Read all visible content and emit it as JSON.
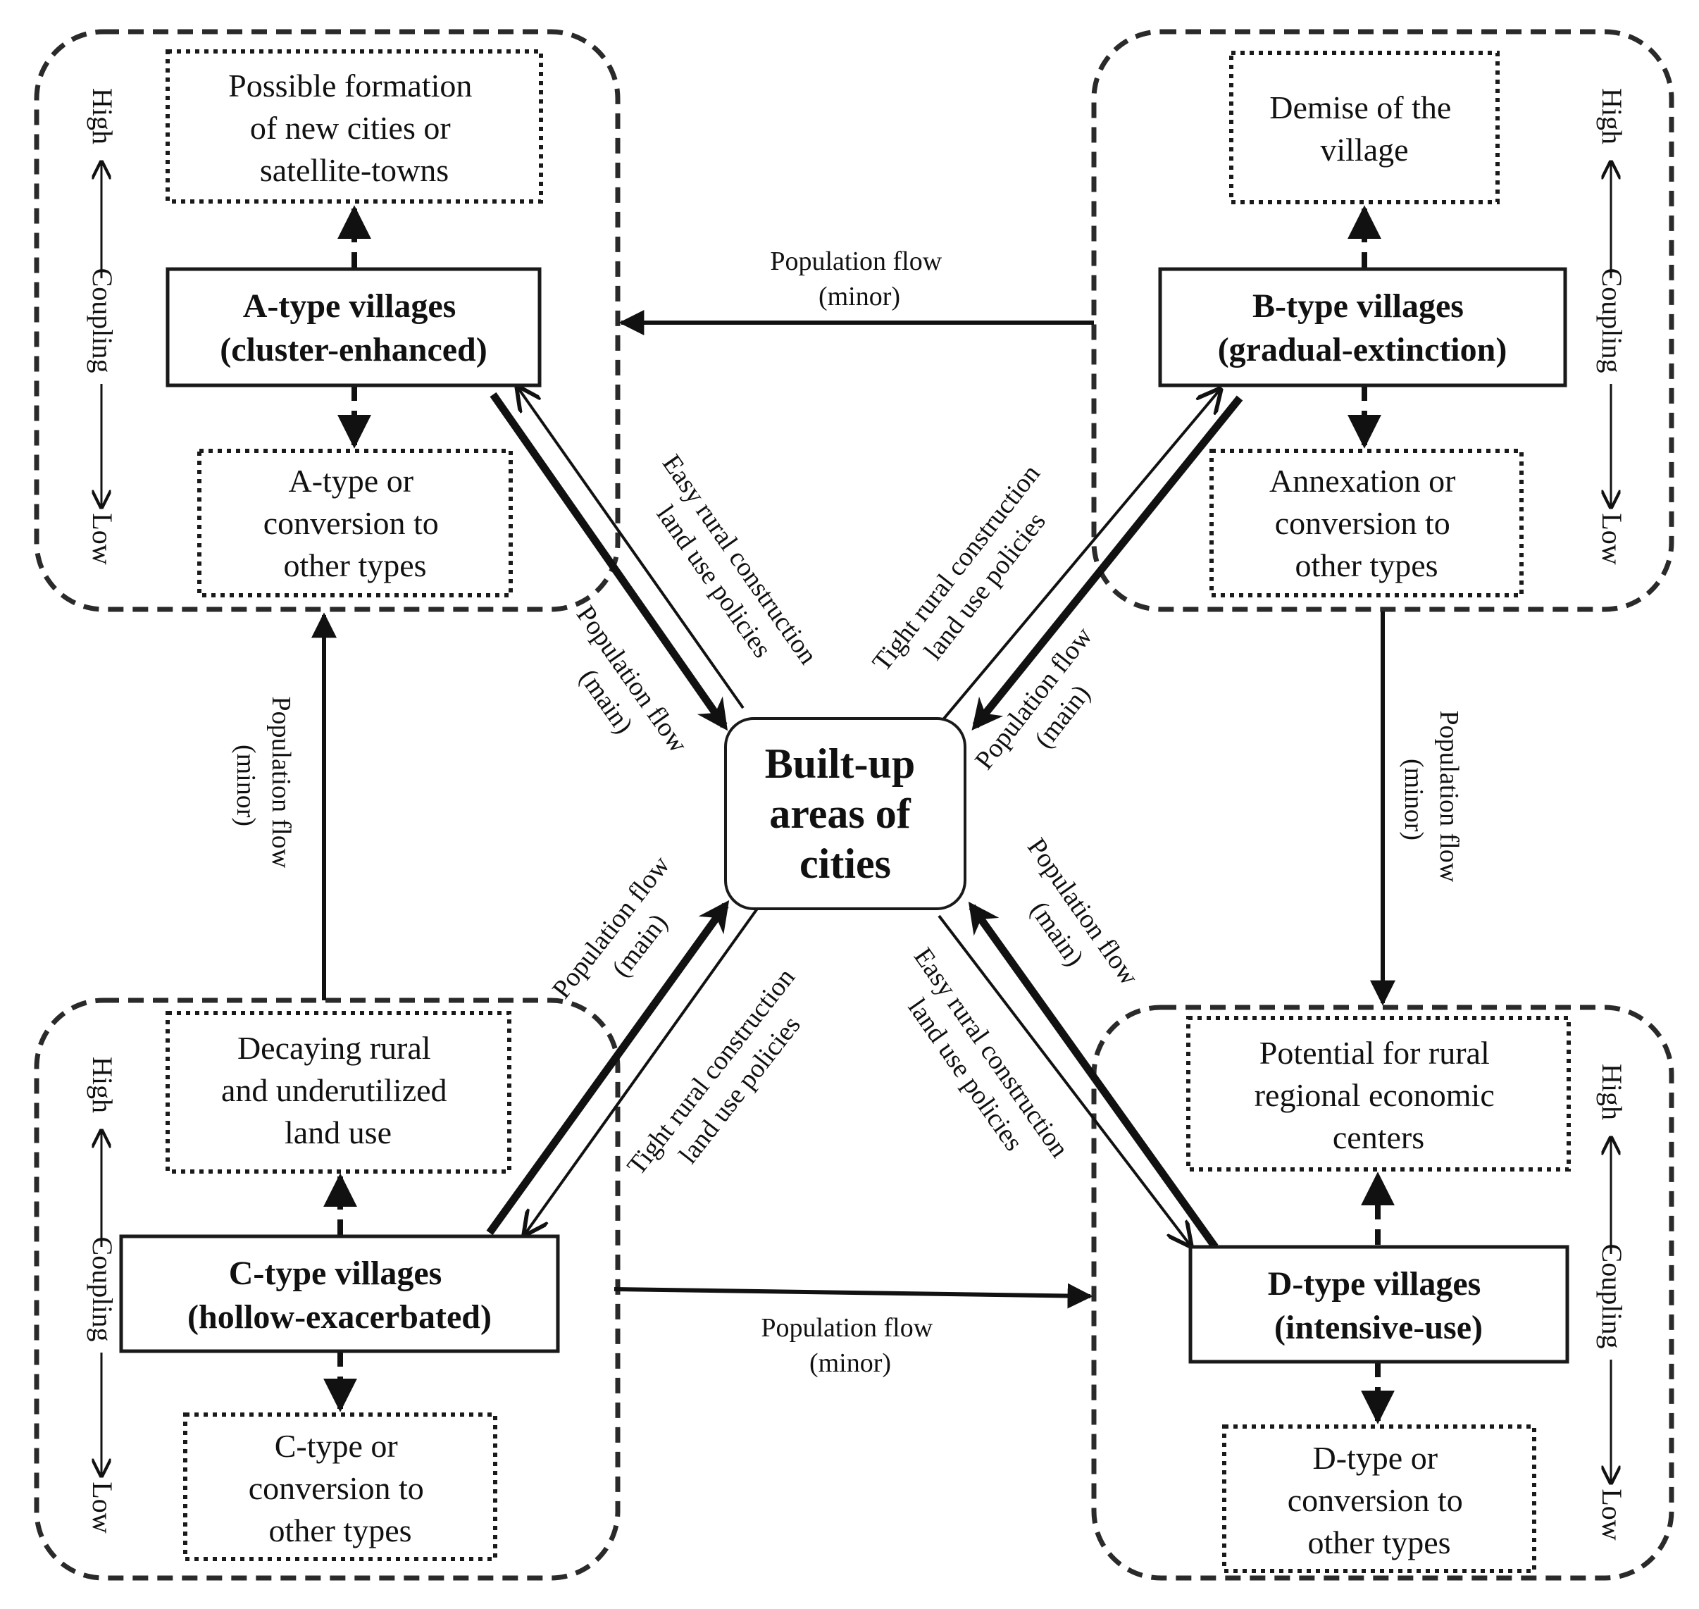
{
  "center": {
    "lines": [
      "Built-up",
      "areas of",
      "cities"
    ]
  },
  "quadrants": {
    "a": {
      "title": [
        "A-type villages",
        "(cluster-enhanced)"
      ],
      "high_outcome": [
        "Possible formation",
        "of new cities or",
        "satellite-towns"
      ],
      "low_outcome": [
        "A-type or",
        "conversion to",
        "other types"
      ]
    },
    "b": {
      "title": [
        "B-type villages",
        "(gradual-extinction)"
      ],
      "high_outcome": [
        "Demise of the",
        "village"
      ],
      "low_outcome": [
        "Annexation or",
        "conversion to",
        "other types"
      ]
    },
    "c": {
      "title": [
        "C-type villages",
        "(hollow-exacerbated)"
      ],
      "high_outcome": [
        "Decaying rural",
        "and underutilized",
        "land use"
      ],
      "low_outcome": [
        "C-type or",
        "conversion to",
        "other types"
      ]
    },
    "d": {
      "title": [
        "D-type villages",
        "(intensive-use)"
      ],
      "high_outcome": [
        "Potential for rural",
        "regional economic",
        "centers"
      ],
      "low_outcome": [
        "D-type or",
        "conversion to",
        "other types"
      ]
    }
  },
  "coupling_axis": {
    "high": "High",
    "middle": "Coupling",
    "low": "Low",
    "arrow_glyph": "←——"
  },
  "flows": {
    "minor": [
      "Population flow",
      "(minor)"
    ],
    "main": [
      "Population flow",
      "(main)"
    ]
  },
  "policies": {
    "easy": [
      "Easy rural construction",
      "land use policies"
    ],
    "tight": [
      "Tight rural construction",
      "land use policies"
    ]
  }
}
